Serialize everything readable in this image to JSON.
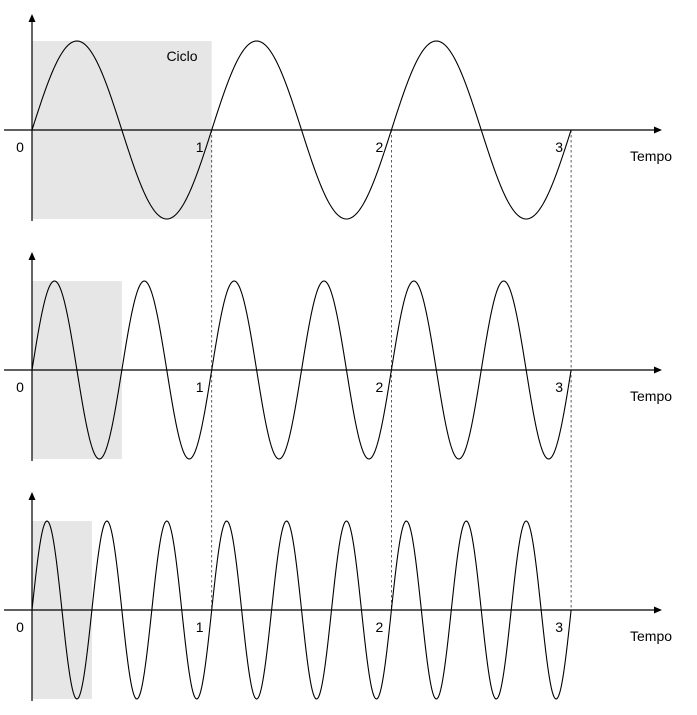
{
  "guides_at_times": [
    1,
    2,
    3
  ],
  "colors": {
    "line": "#000000",
    "shade": "#e6e6e6",
    "background": "#ffffff"
  },
  "panels": [
    {
      "cycles_per_unit": 1,
      "duration": 3,
      "shaded_cycles": 1,
      "tick_labels": [
        "0",
        "1",
        "2",
        "3"
      ],
      "axis_label": "Tempo",
      "shade_label": "Ciclo"
    },
    {
      "cycles_per_unit": 2,
      "duration": 3,
      "shaded_cycles": 1,
      "tick_labels": [
        "0",
        "1",
        "2",
        "3"
      ],
      "axis_label": "Tempo",
      "shade_label": ""
    },
    {
      "cycles_per_unit": 3,
      "duration": 3,
      "shaded_cycles": 1,
      "tick_labels": [
        "0",
        "1",
        "2",
        "3"
      ],
      "axis_label": "Tempo",
      "shade_label": ""
    }
  ]
}
